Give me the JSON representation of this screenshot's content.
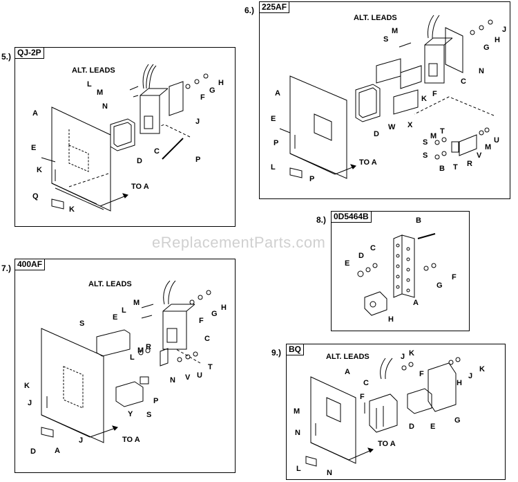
{
  "watermark": "eReplacementParts.com",
  "p5": {
    "num": "5.)",
    "title": "QJ-2P",
    "leads": "ALT. LEADS",
    "labels": [
      "L",
      "M",
      "N",
      "A",
      "E",
      "K",
      "Q",
      "K",
      "H",
      "G",
      "F",
      "J",
      "C",
      "D",
      "P"
    ],
    "toA": "TO A"
  },
  "p6": {
    "num": "6.)",
    "title": "225AF",
    "leads": "ALT. LEADS",
    "labels": [
      "S",
      "M",
      "A",
      "E",
      "P",
      "L",
      "P",
      "W",
      "X",
      "D",
      "K",
      "C",
      "N",
      "F",
      "G",
      "H",
      "J",
      "S",
      "M",
      "T",
      "S",
      "U",
      "M",
      "V",
      "R",
      "T",
      "B"
    ],
    "toA": "TO A"
  },
  "p7": {
    "num": "7.)",
    "title": "400AF",
    "leads": "ALT. LEADS",
    "labels": [
      "S",
      "L",
      "M",
      "E",
      "K",
      "J",
      "D",
      "A",
      "J",
      "Y",
      "S",
      "P",
      "L",
      "M",
      "R",
      "N",
      "V",
      "U",
      "T",
      "C",
      "F",
      "G",
      "H"
    ],
    "toA": "TO A"
  },
  "p8": {
    "num": "8.)",
    "title": "0D5464B",
    "labels": [
      "B",
      "C",
      "D",
      "E",
      "A",
      "G",
      "F",
      "H"
    ]
  },
  "p9": {
    "num": "9.)",
    "title": "BQ",
    "leads": "ALT. LEADS",
    "labels": [
      "A",
      "C",
      "F",
      "M",
      "N",
      "L",
      "N",
      "D",
      "E",
      "G",
      "H",
      "J",
      "K",
      "F",
      "J",
      "K"
    ],
    "toA": "TO A"
  }
}
